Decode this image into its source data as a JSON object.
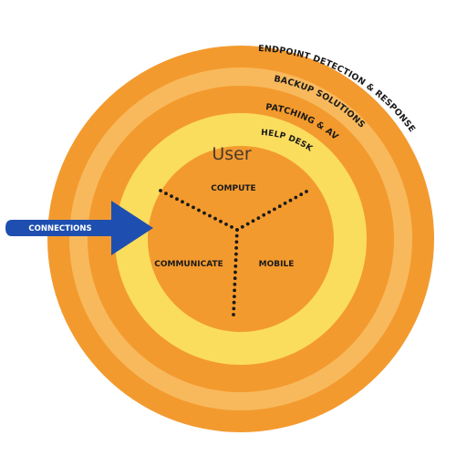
{
  "colors": {
    "ring_orange": "#F39A2E",
    "ring_light_orange": "#F8B95C",
    "ring_yellow": "#FBDD5E",
    "core_orange": "#F39A2E",
    "arrow_blue": "#1E4FB0",
    "dots": "#1a1a1a"
  },
  "rings": [
    {
      "label": "ENDPOINT DETECTION & RESPONSE",
      "color": "#F39A2E"
    },
    {
      "label": "BACKUP SOLUTIONS",
      "color": "#F8B95C"
    },
    {
      "label": "PATCHING & AV",
      "color": "#F39A2E"
    },
    {
      "label": "HELP DESK",
      "color": "#FBDD5E"
    }
  ],
  "core": {
    "title": "User",
    "compute": "COMPUTE",
    "communicate": "COMMUNICATE",
    "mobile": "MOBILE"
  },
  "arrow": {
    "label": "CONNECTIONS"
  },
  "icons": [
    "arrow-right-icon"
  ]
}
